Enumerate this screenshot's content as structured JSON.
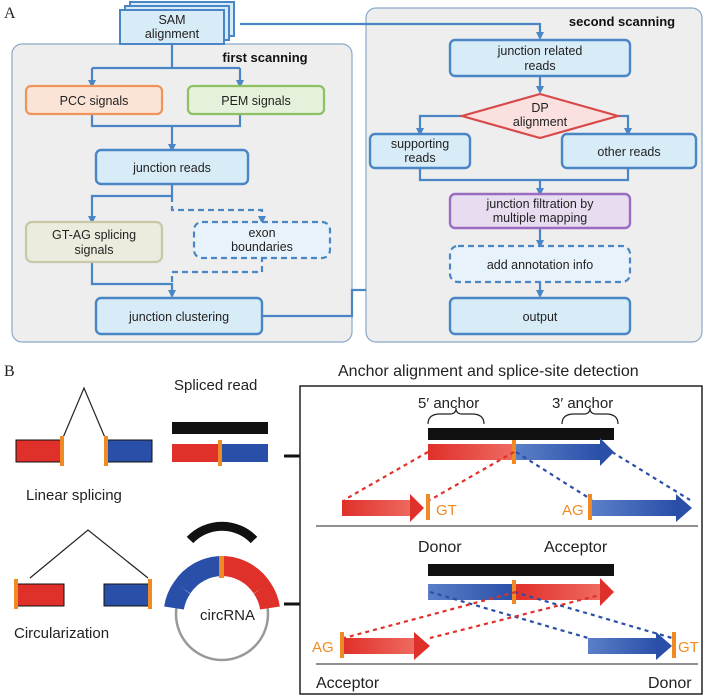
{
  "panel_a": {
    "letter": "A",
    "sam_alignment": [
      "SAM",
      "alignment"
    ],
    "first_scanning_title": "first scanning",
    "second_scanning_title": "second scanning",
    "pcc_signals": "PCC signals",
    "pem_signals": "PEM signals",
    "junction_reads": "junction reads",
    "gt_ag_signals": [
      "GT-AG splicing",
      "signals"
    ],
    "exon_boundaries": [
      "exon",
      "boundaries"
    ],
    "junction_clustering": "junction clustering",
    "junction_related_reads": [
      "junction related",
      "reads"
    ],
    "dp_alignment": [
      "DP",
      "alignment"
    ],
    "supporting_reads": [
      "supporting",
      "reads"
    ],
    "other_reads": "other reads",
    "junction_filtration": [
      "junction filtration by",
      "multiple mapping"
    ],
    "add_annotation_info": "add annotation info",
    "output": "output"
  },
  "panel_b": {
    "letter": "B",
    "box_title": "Anchor alignment and splice-site detection",
    "spliced_read": "Spliced read",
    "linear_splicing": "Linear splicing",
    "circularization": "Circularization",
    "circrna": "circRNA",
    "five_prime_anchor": "5′ anchor",
    "three_prime_anchor": "3′ anchor",
    "gt": "GT",
    "ag": "AG",
    "donor": "Donor",
    "acceptor": "Acceptor"
  },
  "colors": {
    "box_fill": "#d8ecf7",
    "box_stroke": "#4a86c5",
    "group_fill": "#eeeeee",
    "exon_red": "#e0302a",
    "exon_blue": "#2a4fa8",
    "splice_orange": "#f08a24",
    "pcc_stroke": "#f0955a",
    "pem_stroke": "#8cc063",
    "gtag_stroke": "#c8c8a8",
    "filtration_stroke": "#9a6cc0",
    "dp_stroke": "#d84a4a"
  }
}
